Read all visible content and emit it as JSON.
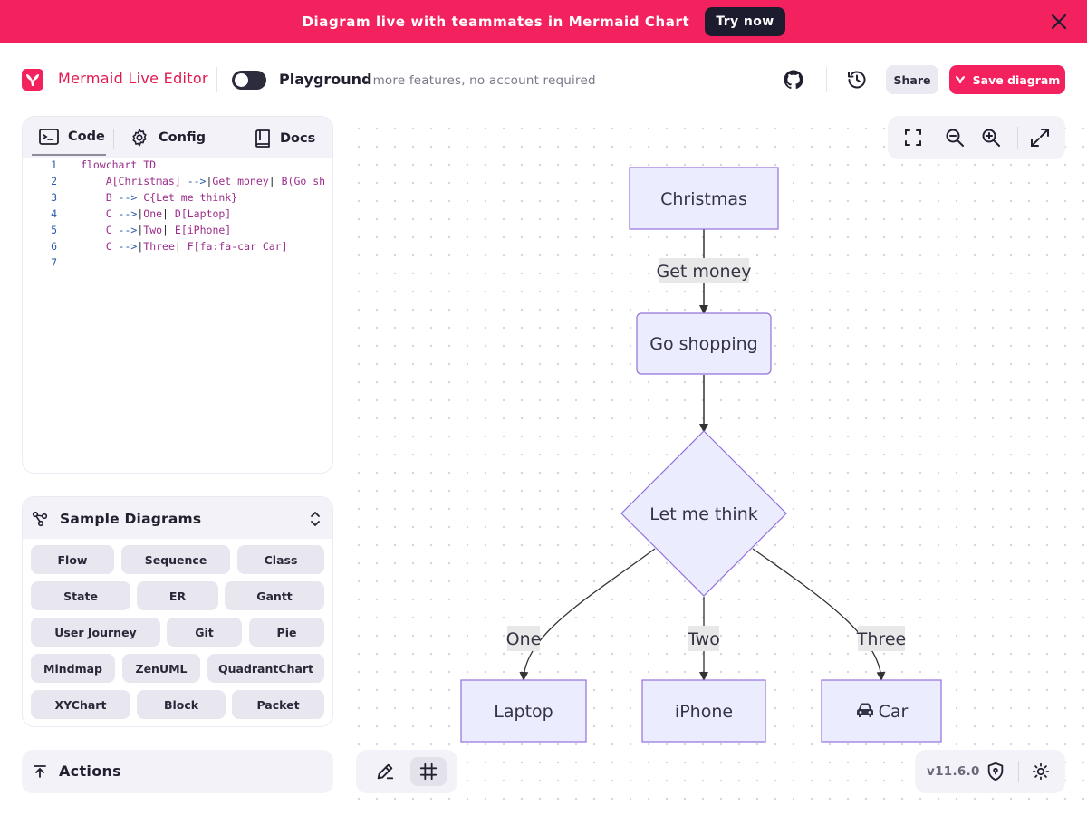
{
  "banner": {
    "text": "Diagram live with teammates in Mermaid Chart",
    "cta": "Try now",
    "close_icon": "close-icon"
  },
  "header": {
    "title": "Mermaid Live Editor",
    "mode": "Playground",
    "mode_subtitle": "- more features, no account required",
    "share_label": "Share",
    "save_label": "Save diagram"
  },
  "editor": {
    "tabs": [
      "Code",
      "Config",
      "Docs"
    ],
    "active_tab": "Code",
    "lines": [
      {
        "n": "1",
        "text": "flowchart TD"
      },
      {
        "n": "2",
        "text": "    A[Christmas] -->|Get money| B(Go sh"
      },
      {
        "n": "3",
        "text": "    B --> C{Let me think}"
      },
      {
        "n": "4",
        "text": "    C -->|One| D[Laptop]"
      },
      {
        "n": "5",
        "text": "    C -->|Two| E[iPhone]"
      },
      {
        "n": "6",
        "text": "    C -->|Three| F[fa:fa-car Car]"
      },
      {
        "n": "7",
        "text": ""
      }
    ]
  },
  "samples": {
    "title": "Sample Diagrams",
    "chips": [
      "Flow",
      "Sequence",
      "Class",
      "State",
      "ER",
      "Gantt",
      "User Journey",
      "Git",
      "Pie",
      "Mindmap",
      "ZenUML",
      "QuadrantChart",
      "XYChart",
      "Block",
      "Packet"
    ]
  },
  "actions": {
    "title": "Actions"
  },
  "version": "v11.6.0",
  "diagram": {
    "nodes": {
      "christmas": "Christmas",
      "shopping": "Go shopping",
      "think": "Let me think",
      "laptop": "Laptop",
      "iphone": "iPhone",
      "car": "Car"
    },
    "edges": {
      "get_money": "Get money",
      "one": "One",
      "two": "Two",
      "three": "Three"
    }
  },
  "colors": {
    "brand": "#f3215e",
    "node_fill": "#ececff",
    "node_stroke": "#9370db",
    "edge": "#333333",
    "edge_label_bg": "#e8e8e8"
  }
}
